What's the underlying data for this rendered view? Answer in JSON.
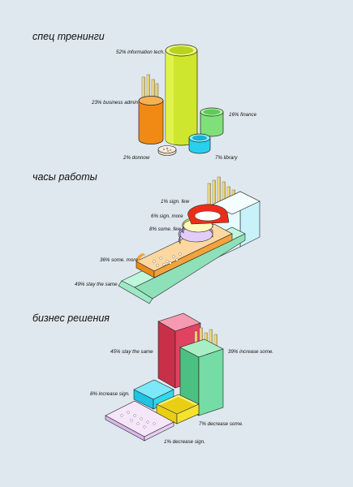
{
  "chart_data": [
    {
      "type": "bar",
      "title": "спец тренинги",
      "categories": [
        "information tech.",
        "business admin",
        "finance",
        "donnow",
        "library"
      ],
      "values": [
        52,
        23,
        16,
        2,
        7
      ],
      "labels": [
        "52% information tech.",
        "23% business admin",
        "16% finance",
        "2% donnow",
        "7% library"
      ],
      "colors": [
        "#d8f03a",
        "#f0961e",
        "#8ee884",
        "#f0dcc4",
        "#30d8f0"
      ]
    },
    {
      "type": "bar",
      "title": "часы работы",
      "categories": [
        "sign. few",
        "sign. more",
        "some. few",
        "some. more",
        "stay the same"
      ],
      "values": [
        1,
        6,
        8,
        36,
        49
      ],
      "labels": [
        "1% sign. few",
        "6% sign. more",
        "8% some. few",
        "36% some. more",
        "49% stay the same"
      ],
      "colors": [
        "#ee3a1e",
        "#fff59a",
        "#d8b8f0",
        "#f5a53a",
        "#aef0cc"
      ]
    },
    {
      "type": "bar",
      "title": "бизнес решения",
      "categories": [
        "stay the same",
        "increase some.",
        "increase sign.",
        "decrease some.",
        "decrease sign."
      ],
      "values": [
        45,
        39,
        8,
        7,
        1
      ],
      "labels": [
        "45% stay the same",
        "39% increase some.",
        "8% increase sign.",
        "7% decrease some.",
        "1% decrease sign."
      ],
      "colors": [
        "#e0405e",
        "#74dca4",
        "#30d8f0",
        "#f5e22a",
        "#eed8f5"
      ]
    }
  ]
}
